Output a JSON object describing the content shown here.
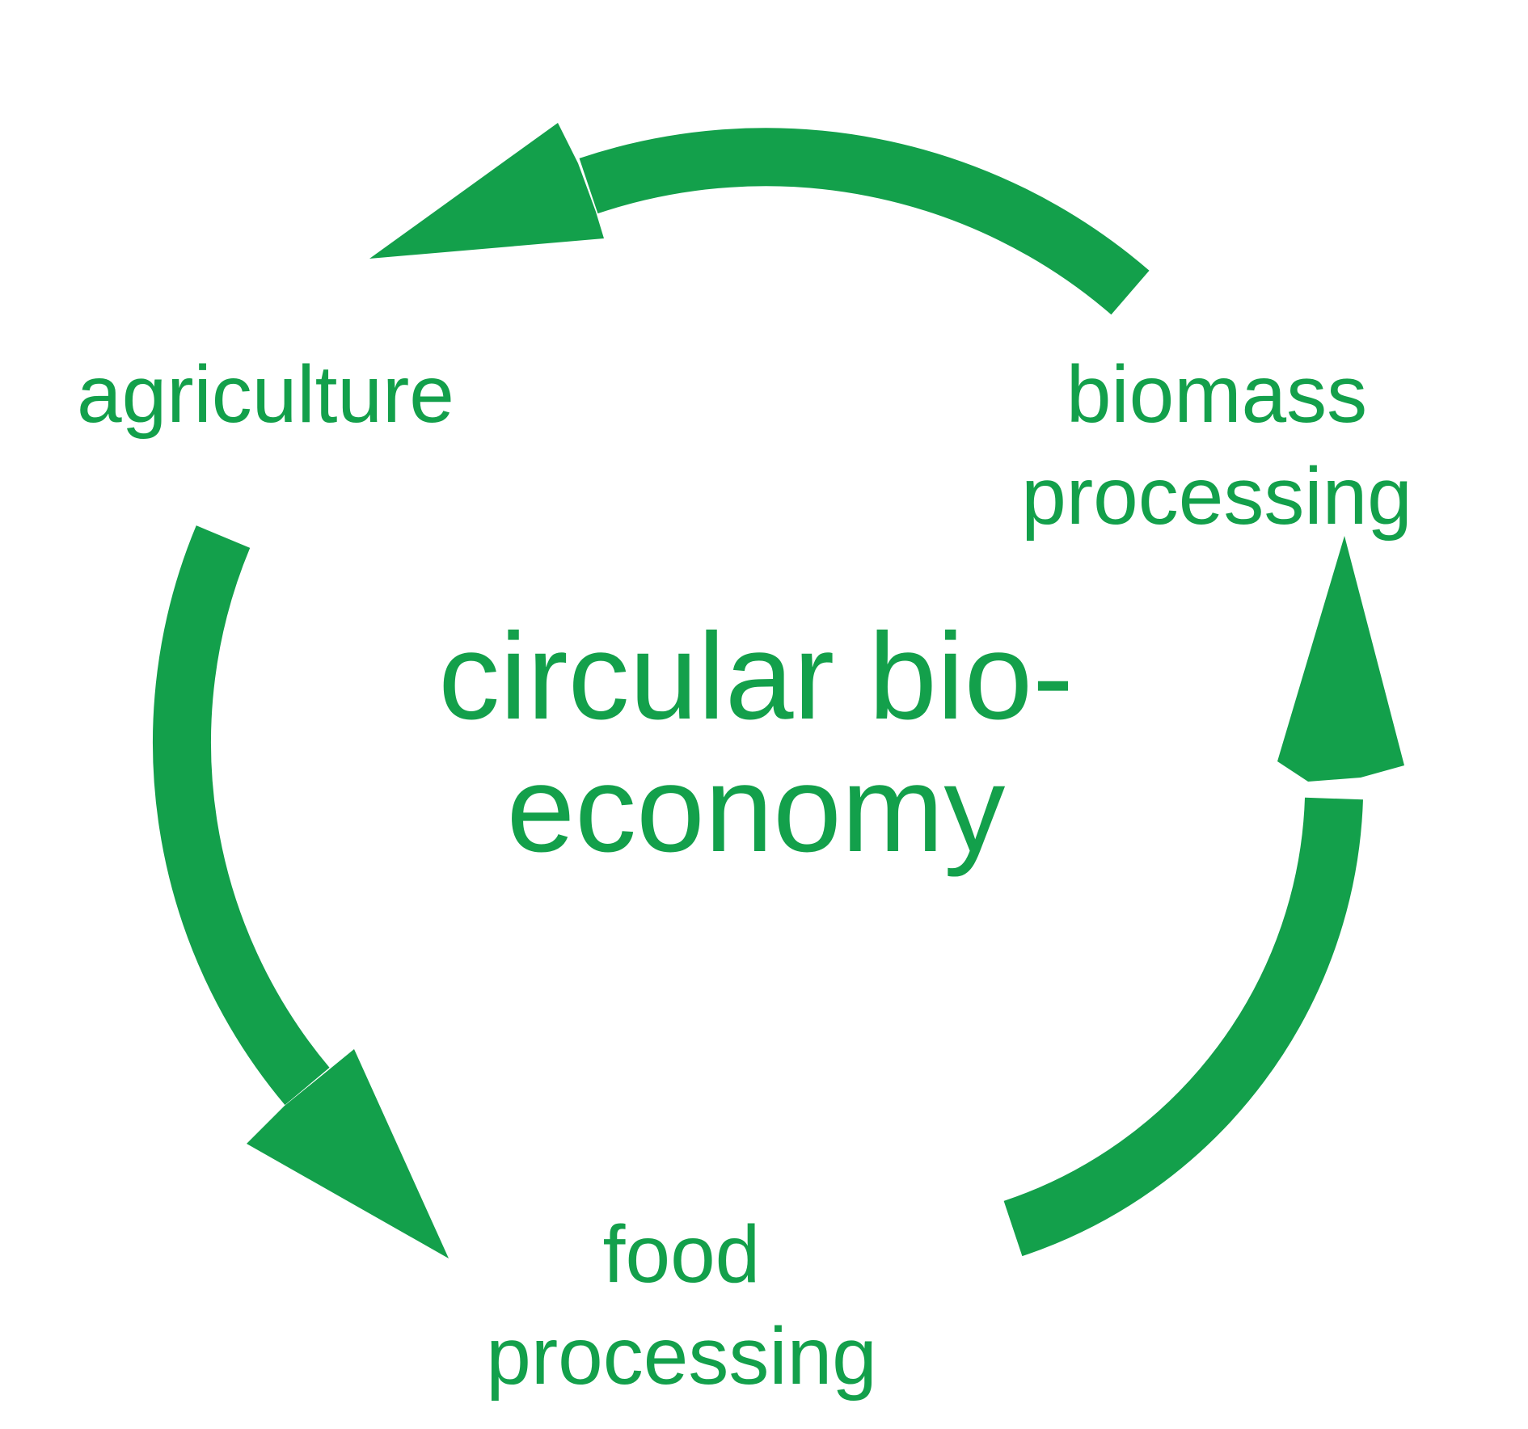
{
  "colors": {
    "green": "#13A04B",
    "background": "#FFFFFF"
  },
  "center": {
    "line1": "circular bio-",
    "line2": "economy"
  },
  "nodes": {
    "agriculture": {
      "label": "agriculture"
    },
    "biomass": {
      "line1": "biomass",
      "line2": "processing"
    },
    "food": {
      "line1": "food",
      "line2": "processing"
    }
  },
  "arrows": [
    {
      "name": "biomass-to-agriculture",
      "from": "biomass processing",
      "to": "agriculture",
      "shape": "curved arrow over the top, pointing left"
    },
    {
      "name": "agriculture-to-food",
      "from": "agriculture",
      "to": "food processing",
      "shape": "curved arrow down the left side, pointing down-right"
    },
    {
      "name": "food-to-biomass",
      "from": "food processing",
      "to": "biomass processing",
      "shape": "curved arrow up the right side, pointing up"
    }
  ],
  "cycle_direction": "counterclockwise"
}
